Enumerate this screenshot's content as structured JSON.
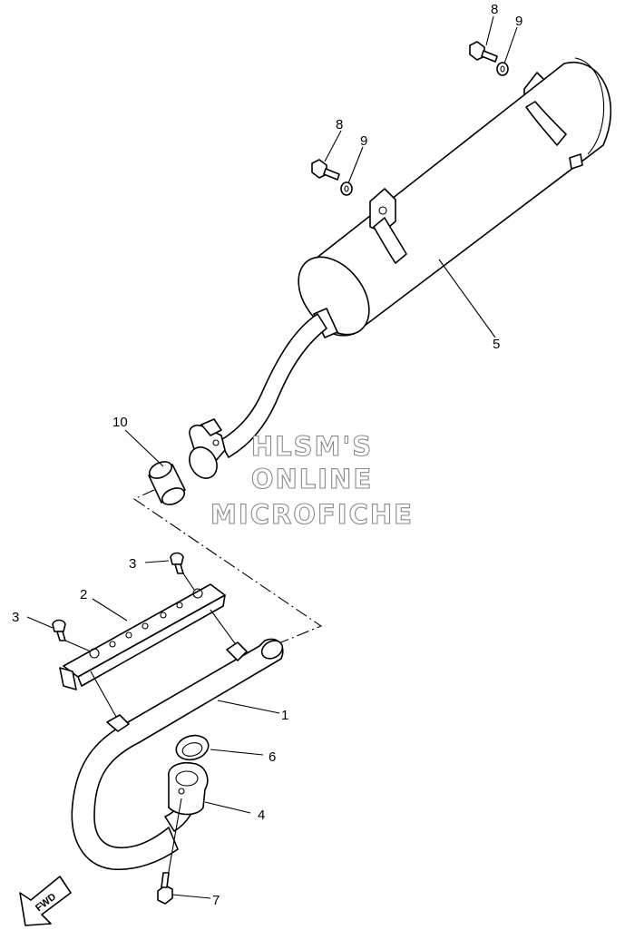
{
  "callouts": {
    "p1": "1",
    "p2": "2",
    "p3a": "3",
    "p3b": "3",
    "p4": "4",
    "p5": "5",
    "p6": "6",
    "p7": "7",
    "p8a": "8",
    "p8b": "8",
    "p9a": "9",
    "p9b": "9",
    "p10": "10"
  },
  "watermark": {
    "line1": "HLSM'S",
    "line2": "ONLINE",
    "line3": "MICROFICHE"
  },
  "fwd_label": "FWD"
}
